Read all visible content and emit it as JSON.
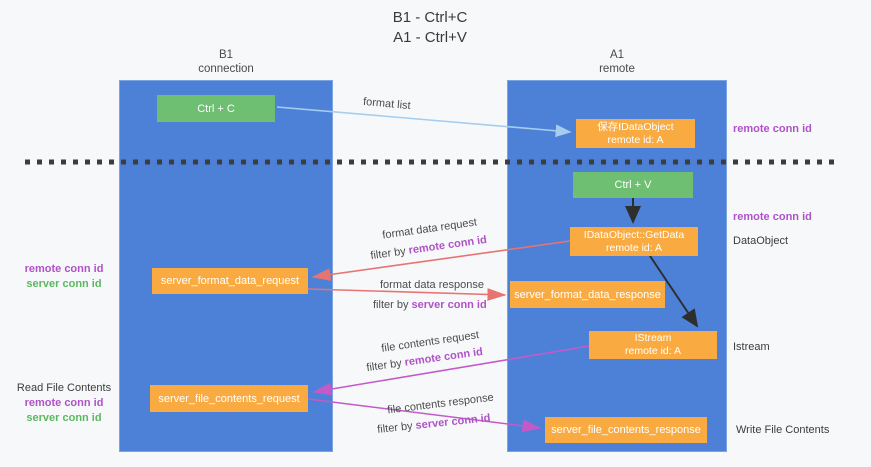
{
  "title": {
    "line1": "B1 - Ctrl+C",
    "line2": "A1 - Ctrl+V"
  },
  "columns": {
    "left": {
      "header_line1": "B1",
      "header_line2": "connection"
    },
    "right": {
      "header_line1": "A1",
      "header_line2": "remote"
    }
  },
  "nodes": {
    "ctrl_c": {
      "label": "Ctrl + C"
    },
    "save_idataobject": {
      "line1": "保存IDataObject",
      "line2": "remote id: A"
    },
    "ctrl_v": {
      "label": "Ctrl + V"
    },
    "getdata": {
      "line1": "IDataObject::GetData",
      "line2": "remote id: A"
    },
    "format_request": {
      "label": "server_format_data_request"
    },
    "format_response": {
      "label": "server_format_data_response"
    },
    "istream": {
      "line1": "IStream",
      "line2": "remote id: A"
    },
    "file_request": {
      "label": "server_file_contents_request"
    },
    "file_response": {
      "label": "server_file_contents_response"
    }
  },
  "edge_labels": {
    "format_list": "format list",
    "format_data_request": "format data request",
    "format_data_response": "format data response",
    "file_contents_request": "file contents request",
    "file_contents_response": "file contents response",
    "filter_by_prefix": "filter by ",
    "remote_conn_id": "remote conn id",
    "server_conn_id": "server conn id"
  },
  "side_labels": {
    "left_mid": {
      "remote": "remote conn id",
      "server": "server conn id"
    },
    "left_bottom": {
      "read": "Read File Contents",
      "remote": "remote conn id",
      "server": "server conn id"
    },
    "right": {
      "remote_top": "remote conn id",
      "remote_mid": "remote conn id",
      "dataobject": "DataObject",
      "istream": "Istream",
      "write": "Write File Contents"
    }
  },
  "colors": {
    "column_blue": "#4d81d7",
    "box_orange": "#f9ab42",
    "box_green": "#6fbf72",
    "arrow_red": "#e77471",
    "arrow_magenta": "#c45ac8",
    "arrow_lightblue": "#a6cdee",
    "arrow_black": "#2e2e2e",
    "dashed_line": "#3d3d3d",
    "text_purple": "#b052c8",
    "text_green": "#5cb85f"
  }
}
